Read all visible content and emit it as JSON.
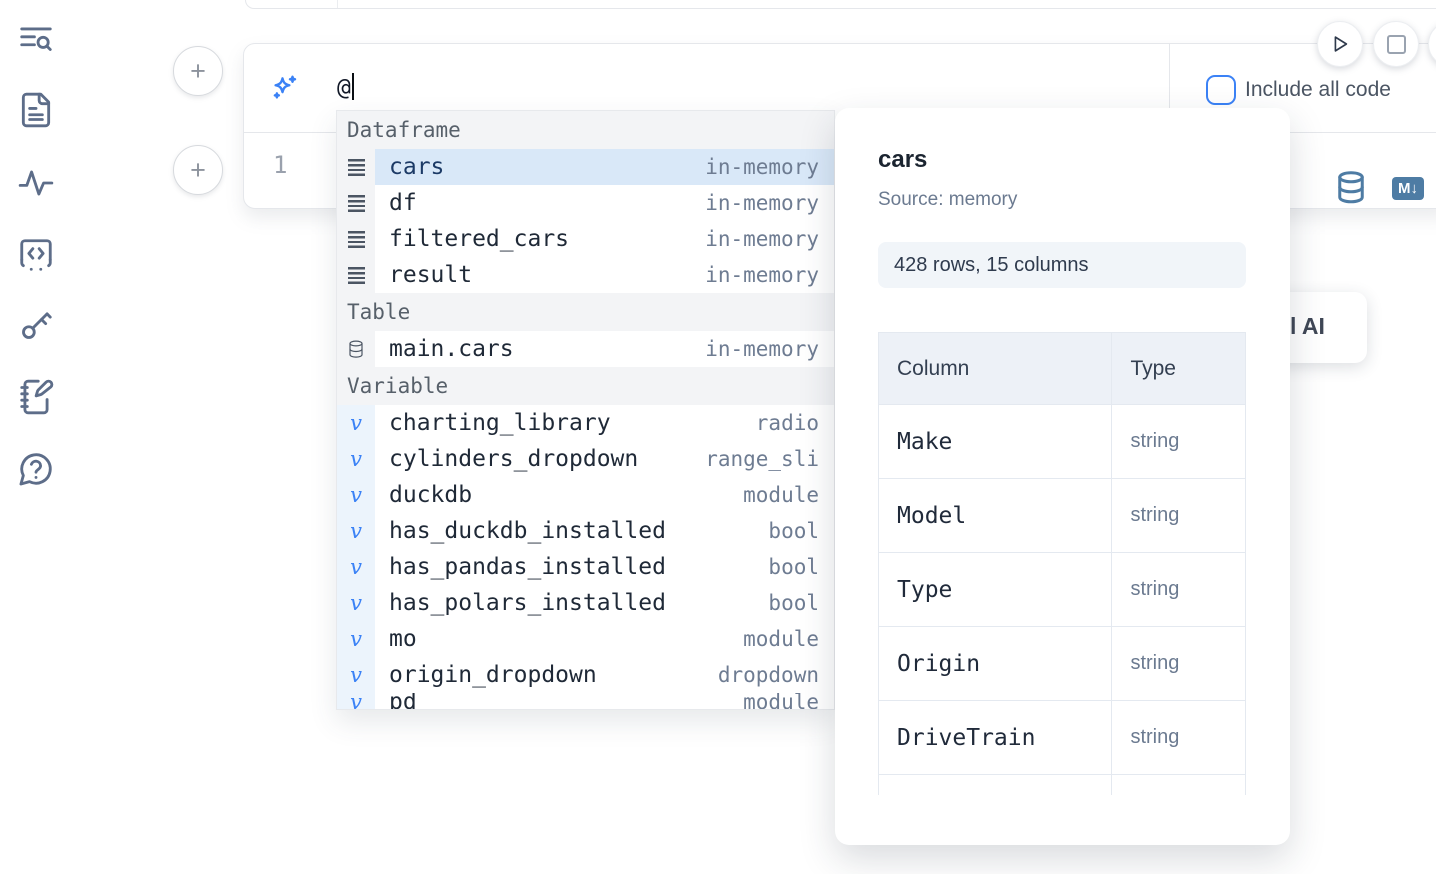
{
  "colors": {
    "accent_blue": "#3b82f6",
    "steel_blue": "#4e7ca4",
    "selection_bg": "#d9e8f8",
    "border": "#e5e7eb",
    "sidebar_icon": "#5d6d89"
  },
  "sidebar": {
    "icons": [
      {
        "name": "toc-search-icon"
      },
      {
        "name": "file-document-icon"
      },
      {
        "name": "activity-pulse-icon"
      },
      {
        "name": "code-snippet-icon"
      },
      {
        "name": "key-icon"
      },
      {
        "name": "notebook-pen-icon"
      },
      {
        "name": "help-chat-icon"
      }
    ]
  },
  "cell_toolbar": {
    "add_cell_label": "+",
    "run_button": "play-icon",
    "stop_button": "stop-icon",
    "include_all_code_label": "Include all code",
    "include_all_code_checked": false
  },
  "prompt": {
    "value": "@"
  },
  "editor": {
    "line_number": "1"
  },
  "ai_card": {
    "visible_label": "l AI"
  },
  "autocomplete": {
    "sections": [
      {
        "title": "Dataframe",
        "items": [
          {
            "name": "cars",
            "type": "in-memory",
            "selected": true
          },
          {
            "name": "df",
            "type": "in-memory"
          },
          {
            "name": "filtered_cars",
            "type": "in-memory"
          },
          {
            "name": "result",
            "type": "in-memory"
          }
        ]
      },
      {
        "title": "Table",
        "items": [
          {
            "name": "main.cars",
            "type": "in-memory"
          }
        ]
      },
      {
        "title": "Variable",
        "items": [
          {
            "name": "charting_library",
            "type": "radio"
          },
          {
            "name": "cylinders_dropdown",
            "type": "range_sli"
          },
          {
            "name": "duckdb",
            "type": "module"
          },
          {
            "name": "has_duckdb_installed",
            "type": "bool"
          },
          {
            "name": "has_pandas_installed",
            "type": "bool"
          },
          {
            "name": "has_polars_installed",
            "type": "bool"
          },
          {
            "name": "mo",
            "type": "module"
          },
          {
            "name": "origin_dropdown",
            "type": "dropdown"
          },
          {
            "name": "pd",
            "type": "module"
          }
        ]
      }
    ]
  },
  "preview": {
    "title": "cars",
    "source": "Source: memory",
    "shape": "428 rows, 15 columns",
    "table": {
      "headers": [
        "Column",
        "Type"
      ],
      "rows": [
        [
          "Make",
          "string"
        ],
        [
          "Model",
          "string"
        ],
        [
          "Type",
          "string"
        ],
        [
          "Origin",
          "string"
        ],
        [
          "DriveTrain",
          "string"
        ]
      ]
    }
  }
}
